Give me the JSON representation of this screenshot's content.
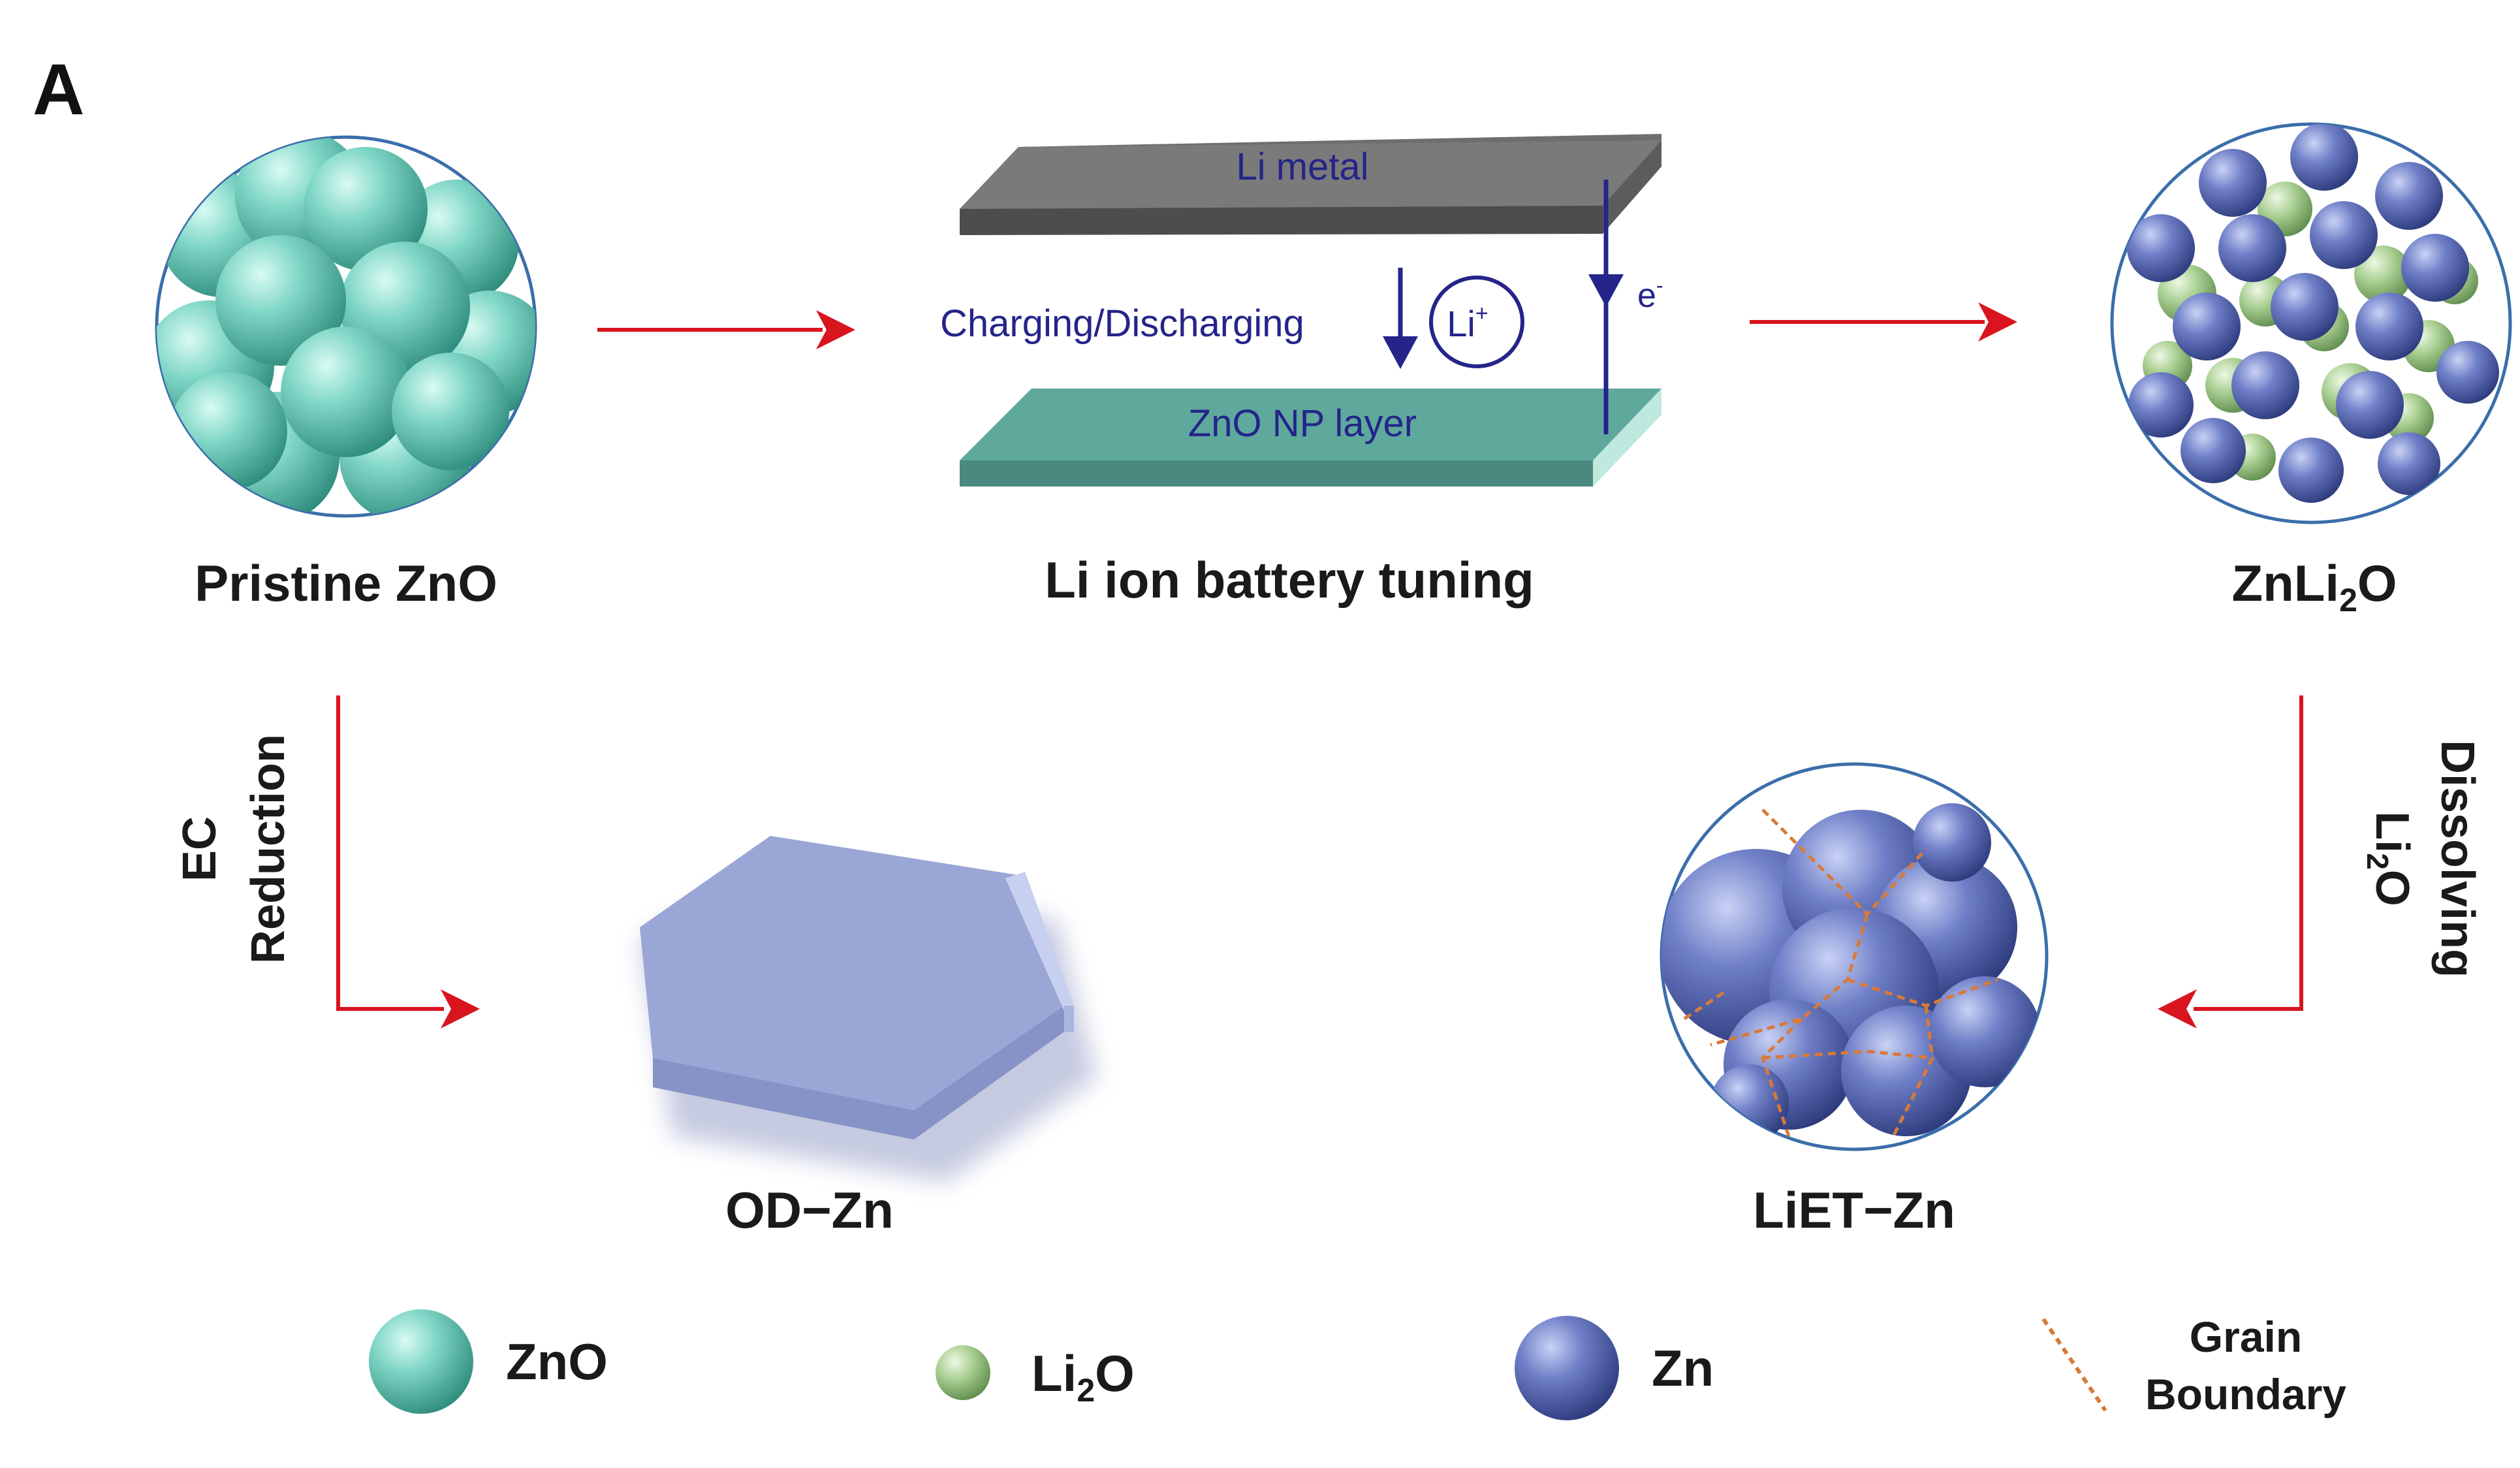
{
  "panel_label": "A",
  "colors": {
    "zno": "#7fd6c6",
    "li2o": "#a9cf92",
    "zn": "#7080c8",
    "arrow": "#d8141e",
    "text_blue": "#24248a",
    "li_metal": "#6e6e6e",
    "zno_layer": "#5fa89c",
    "grain_boundary": "#d87a3a",
    "circle_outline": "#3b6eaa"
  },
  "nodes": {
    "pristine": "Pristine ZnO",
    "battery": "Li ion battery tuning",
    "znli2o": {
      "main": "ZnLi",
      "sub": "2",
      "tail": "O"
    },
    "odzn": "OD−Zn",
    "lietzn": "LiET−Zn"
  },
  "battery": {
    "li_metal": "Li metal",
    "zno_layer": "ZnO NP layer",
    "charging": "Charging/Discharging",
    "li_ion": {
      "main": "Li",
      "sup": "+"
    },
    "electron": {
      "main": "e",
      "sup": "-"
    }
  },
  "steps": {
    "ec_line1": "EC",
    "ec_line2": "Reduction",
    "dissolve_line1": "Dissolving",
    "dissolve_line2": {
      "main": "Li",
      "sub": "2",
      "tail": "O"
    }
  },
  "legend": {
    "zno": "ZnO",
    "li2o": {
      "main": "Li",
      "sub": "2",
      "tail": "O"
    },
    "zn": "Zn",
    "gb_line1": "Grain",
    "gb_line2": "Boundary"
  },
  "icons": [
    "zno-sphere-icon",
    "li2o-sphere-icon",
    "zn-sphere-icon",
    "grain-boundary-icon",
    "hexagon-plate-icon"
  ]
}
